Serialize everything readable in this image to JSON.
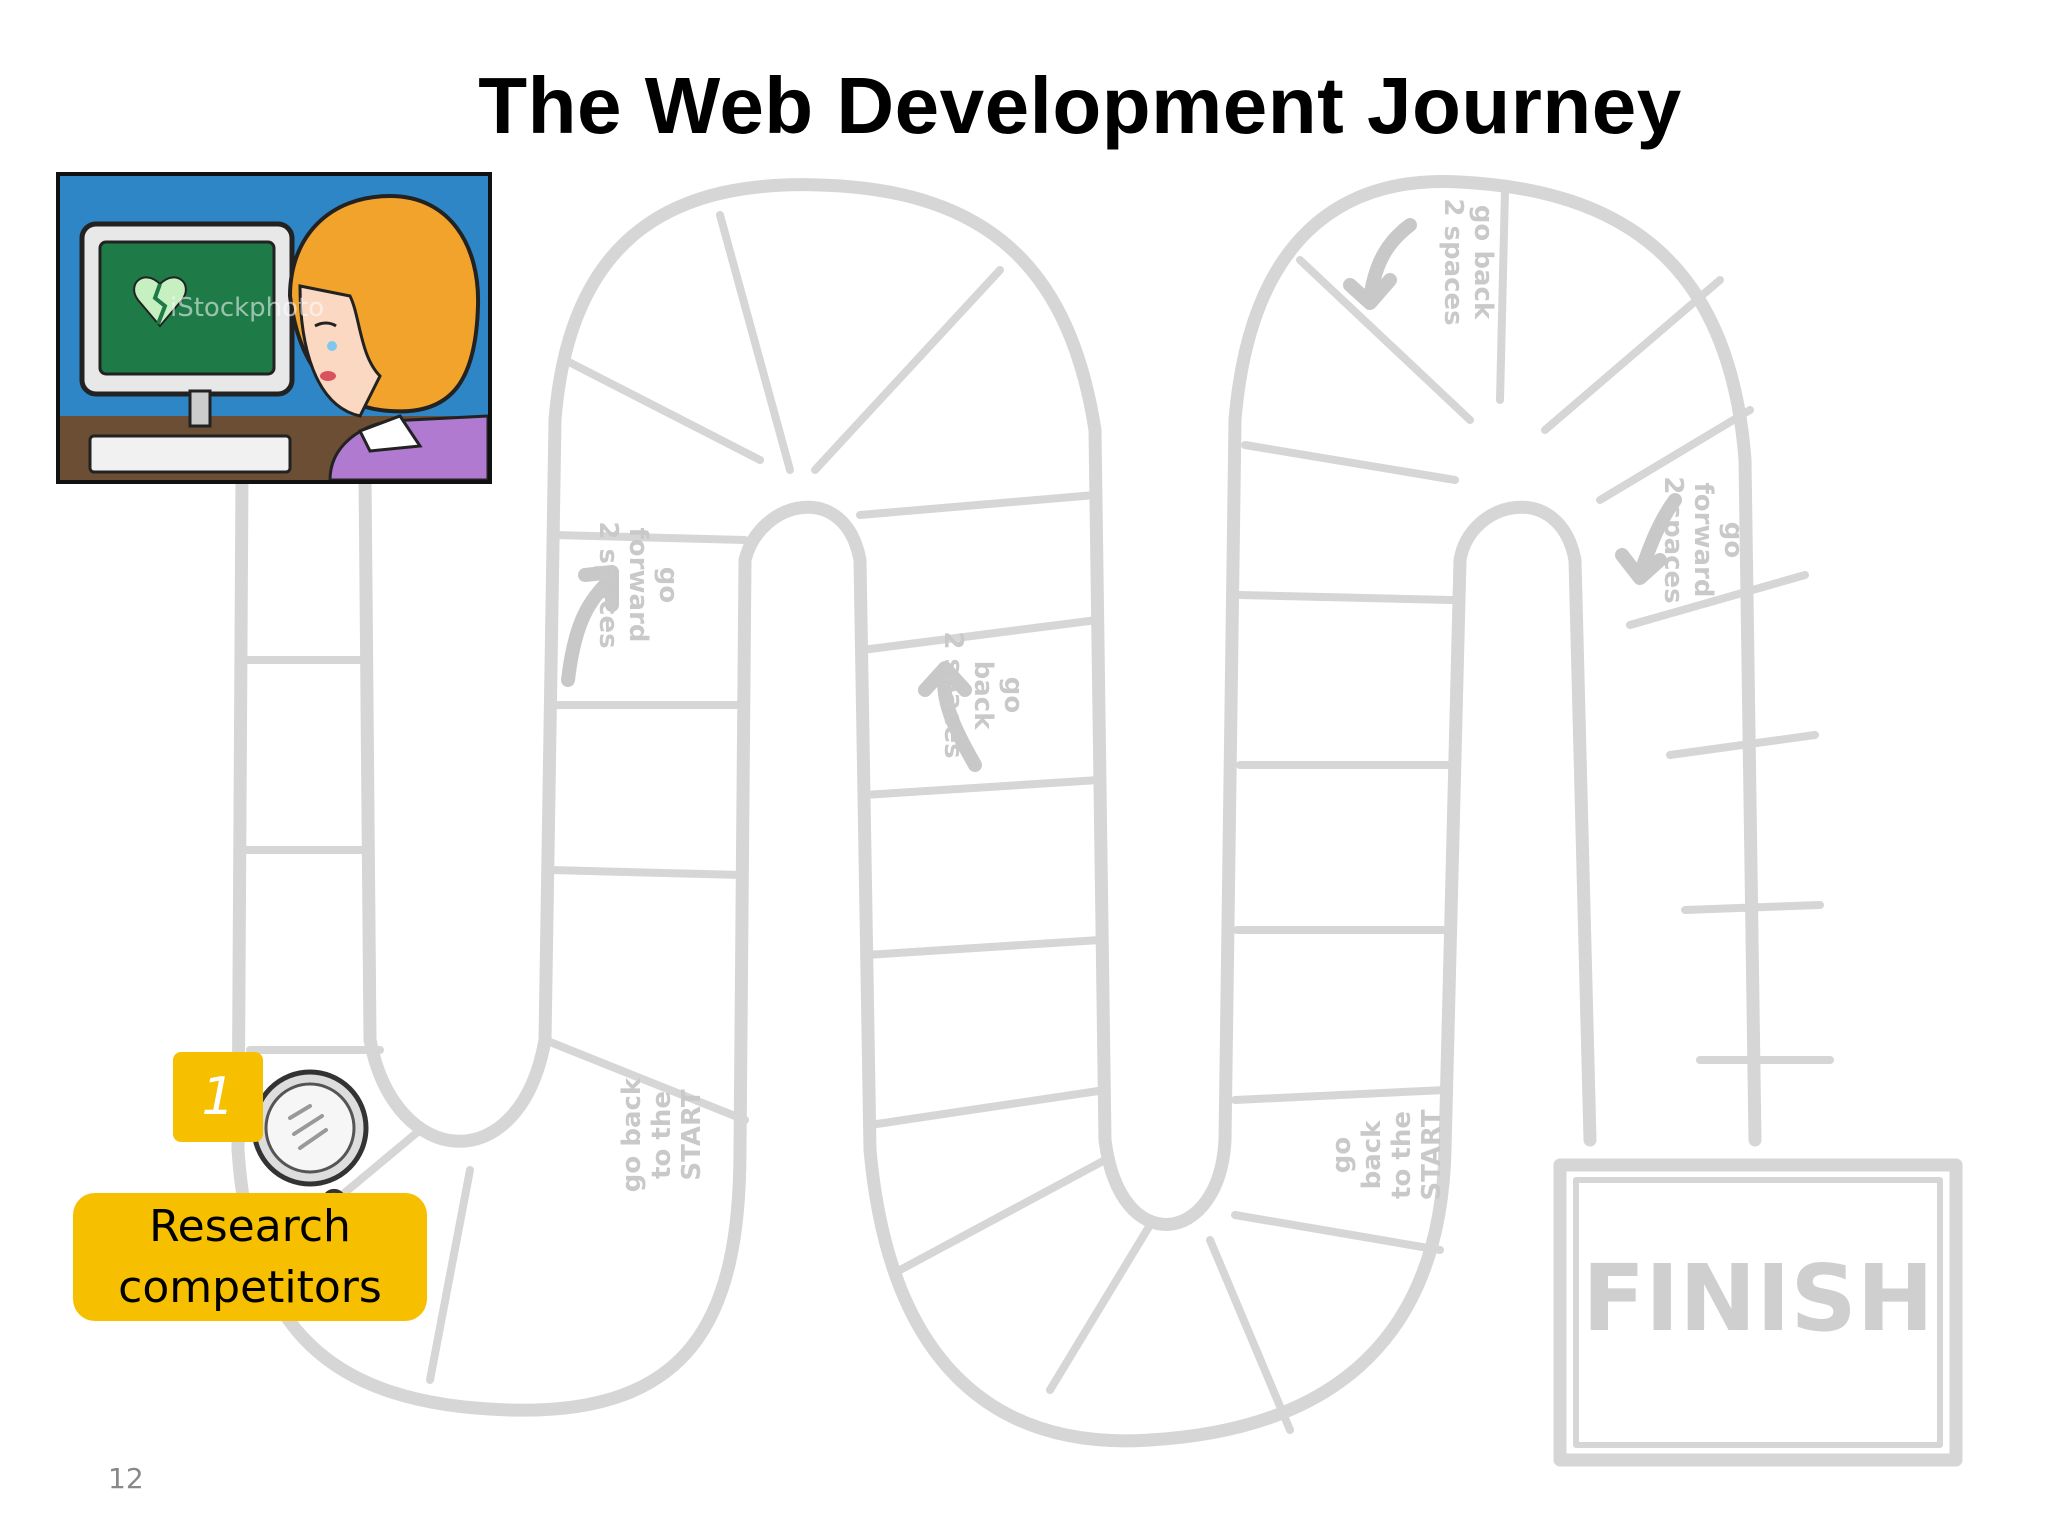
{
  "slide": {
    "title": "The Web Development Journey",
    "page_number": "12"
  },
  "board": {
    "spaces": [
      {
        "line1": "go",
        "line2": "forward",
        "line3": "2 spaces"
      },
      {
        "line1": "go",
        "line2": "back",
        "line3": "2 spaces"
      },
      {
        "line1": "go back",
        "line2": "to the",
        "line3": "START"
      },
      {
        "line1": "go back",
        "line2": "2 spaces"
      },
      {
        "line1": "go",
        "line2": "forward",
        "line3": "2 spaces"
      },
      {
        "line1": "go",
        "line2": "back",
        "line3": "to the",
        "line4": "START"
      }
    ],
    "finish_label": "FINISH",
    "path_color": "#d6d6d6"
  },
  "portrait": {
    "icon": "crying-woman-at-computer-illustration",
    "watermark": "iStockphoto"
  },
  "step": {
    "number": "1",
    "label": "Research\ncompetitors",
    "icon": "magnifying-glass-icon",
    "accent_color": "#f6bf00"
  }
}
